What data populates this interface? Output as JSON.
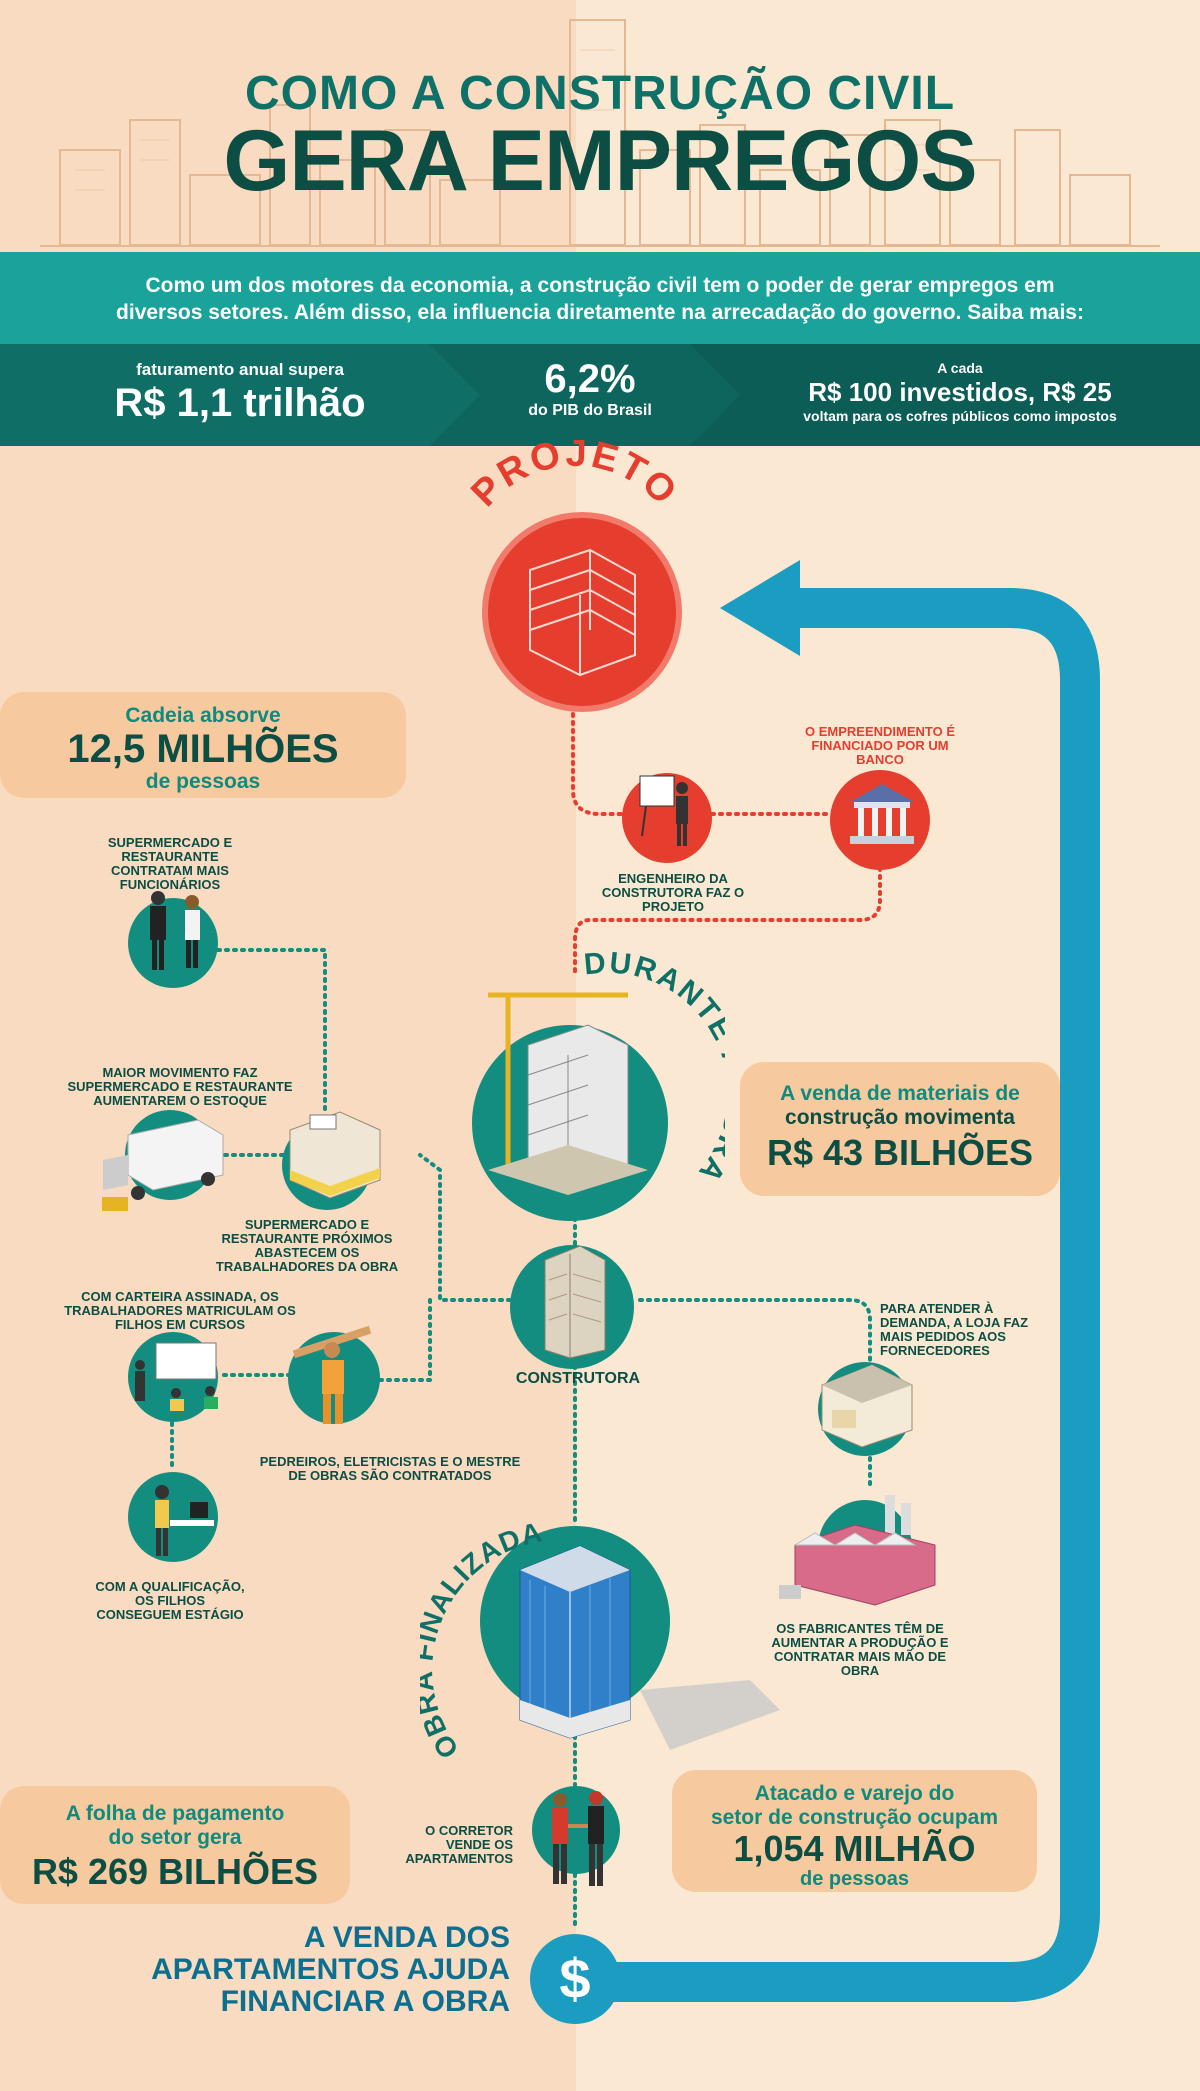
{
  "header": {
    "title_line1": "COMO A CONSTRUÇÃO CIVIL",
    "title_line2": "GERA EMPREGOS"
  },
  "intro": {
    "line1": "Como um dos motores da economia, a construção civil tem o poder de gerar empregos em",
    "line2": "diversos setores.  Além disso, ela influencia diretamente na arrecadação do governo. Saiba mais:"
  },
  "stats": {
    "s1_label": "faturamento anual supera",
    "s1_value": "R$ 1,1 trilhão",
    "s2_value": "6,2%",
    "s2_label": "do PIB do Brasil",
    "s3_label": "A cada",
    "s3_value": "R$ 100 investidos, R$ 25",
    "s3_sub": "voltam para os cofres públicos como  impostos"
  },
  "stages": {
    "projeto": "PROJETO",
    "durante": "DURANTE A OBRA",
    "finalizada": "OBRA FINALIZADA"
  },
  "callouts": {
    "cadeia_line1": "Cadeia absorve",
    "cadeia_big": "12,5 MILHÕES",
    "cadeia_line2": "de pessoas",
    "venda_line1": "A venda de materiais de",
    "venda_line2": "construção movimenta",
    "venda_big": "R$ 43 BILHÕES",
    "folha_line1": "A folha de pagamento",
    "folha_line2": "do setor gera",
    "folha_big": "R$ 269 BILHÕES",
    "atacado_line1": "Atacado e varejo do",
    "atacado_line2": "setor de construção ocupam",
    "atacado_big": "1,054 MILHÃO",
    "atacado_line3": "de pessoas"
  },
  "captions": {
    "banco": "O EMPREENDIMENTO É FINANCIADO POR UM BANCO",
    "engenheiro": "ENGENHEIRO DA CONSTRUTORA FAZ O PROJETO",
    "supermercado_func": "SUPERMERCADO E RESTAURANTE CONTRATAM MAIS FUNCIONÁRIOS",
    "estoque": "MAIOR MOVIMENTO FAZ SUPERMERCADO E RESTAURANTE AUMENTAREM O ESTOQUE",
    "abastecem": "SUPERMERCADO E RESTAURANTE PRÓXIMOS ABASTECEM OS TRABALHADORES DA OBRA",
    "carteira": "COM CARTEIRA ASSINADA, OS TRABALHADORES MATRICULAM OS FILHOS EM CURSOS",
    "pedreiros": "PEDREIROS, ELETRICISTAS E O MESTRE DE OBRAS SÃO CONTRATADOS",
    "construtora": "CONSTRUTORA",
    "estagio": "COM A QUALIFICAÇÃO, OS FILHOS CONSEGUEM ESTÁGIO",
    "demanda": "PARA ATENDER À DEMANDA, A LOJA FAZ MAIS PEDIDOS AOS FORNECEDORES",
    "fabricantes": "OS FABRICANTES TÊM DE AUMENTAR A PRODUÇÃO E CONTRATAR MAIS MÃO DE OBRA",
    "corretor": "O CORRETOR VENDE OS APARTAMENTOS"
  },
  "final": {
    "line1": "A VENDA DOS",
    "line2": "APARTAMENTOS AJUDA",
    "line3": "FINANCIAR A OBRA"
  },
  "icons": {
    "dollar": "$"
  },
  "colors": {
    "teal_dark": "#0c4e44",
    "teal": "#138d80",
    "teal_bar": "#1aa39a",
    "red": "#e53d2e",
    "arrow_blue": "#1b9cc1",
    "callout": "#f7c99e"
  }
}
